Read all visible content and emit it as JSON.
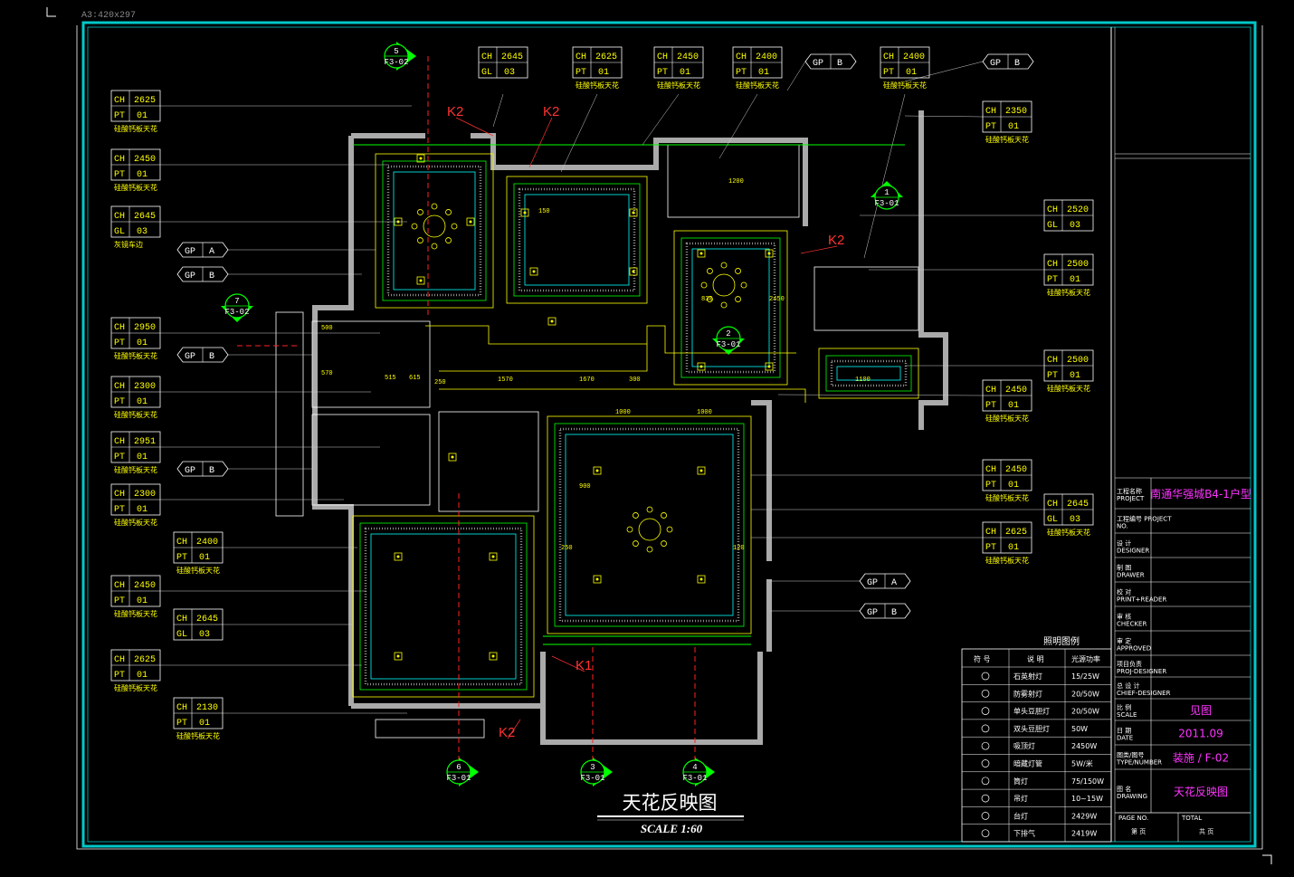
{
  "sheet_label": "A3:420x297",
  "drawing": {
    "title": "天花反映图",
    "scale": "SCALE 1:60"
  },
  "ceiling_tags_left": [
    {
      "r1": [
        "CH",
        "2625"
      ],
      "r2": [
        "PT",
        "01"
      ],
      "note": "硅酸钙板天花"
    },
    {
      "r1": [
        "CH",
        "2450"
      ],
      "r2": [
        "PT",
        "01"
      ],
      "note": "硅酸钙板天花"
    },
    {
      "r1": [
        "CH",
        "2645"
      ],
      "r2": [
        "GL",
        "03"
      ],
      "note": "灰镜车边"
    },
    {
      "r1": [
        "CH",
        "2950"
      ],
      "r2": [
        "PT",
        "01"
      ],
      "note": "硅酸钙板天花"
    },
    {
      "r1": [
        "CH",
        "2300"
      ],
      "r2": [
        "PT",
        "01"
      ],
      "note": "硅酸钙板天花"
    },
    {
      "r1": [
        "CH",
        "2951"
      ],
      "r2": [
        "PT",
        "01"
      ],
      "note": "硅酸钙板天花"
    },
    {
      "r1": [
        "CH",
        "2300"
      ],
      "r2": [
        "PT",
        "01"
      ],
      "note": "硅酸钙板天花"
    },
    {
      "r1": [
        "CH",
        "2450"
      ],
      "r2": [
        "PT",
        "01"
      ],
      "note": "硅酸钙板天花"
    },
    {
      "r1": [
        "CH",
        "2625"
      ],
      "r2": [
        "PT",
        "01"
      ],
      "note": "硅酸钙板天花"
    }
  ],
  "ceiling_tags_left2": [
    {
      "r1": [
        "CH",
        "2400"
      ],
      "r2": [
        "PT",
        "01"
      ],
      "note": "硅酸钙板天花"
    },
    {
      "r1": [
        "CH",
        "2645"
      ],
      "r2": [
        "GL",
        "03"
      ],
      "note": ""
    },
    {
      "r1": [
        "CH",
        "2130"
      ],
      "r2": [
        "PT",
        "01"
      ],
      "note": "硅酸钙板天花"
    }
  ],
  "ceiling_tags_top": [
    {
      "r1": [
        "CH",
        "2645"
      ],
      "r2": [
        "GL",
        "03"
      ],
      "note": ""
    },
    {
      "r1": [
        "CH",
        "2625"
      ],
      "r2": [
        "PT",
        "01"
      ],
      "note": "硅酸钙板天花"
    },
    {
      "r1": [
        "CH",
        "2450"
      ],
      "r2": [
        "PT",
        "01"
      ],
      "note": "硅酸钙板天花"
    },
    {
      "r1": [
        "CH",
        "2400"
      ],
      "r2": [
        "PT",
        "01"
      ],
      "note": "硅酸钙板天花"
    },
    {
      "r1": [
        "CH",
        "2400"
      ],
      "r2": [
        "PT",
        "01"
      ],
      "note": "硅酸钙板天花"
    }
  ],
  "ceiling_tags_right": [
    {
      "r1": [
        "CH",
        "2350"
      ],
      "r2": [
        "PT",
        "01"
      ],
      "note": "硅酸钙板天花"
    },
    {
      "r1": [
        "CH",
        "2520"
      ],
      "r2": [
        "GL",
        "03"
      ],
      "note": ""
    },
    {
      "r1": [
        "CH",
        "2500"
      ],
      "r2": [
        "PT",
        "01"
      ],
      "note": "硅酸钙板天花"
    },
    {
      "r1": [
        "CH",
        "2500"
      ],
      "r2": [
        "PT",
        "01"
      ],
      "note": "硅酸钙板天花"
    },
    {
      "r1": [
        "CH",
        "2450"
      ],
      "r2": [
        "PT",
        "01"
      ],
      "note": "硅酸钙板天花"
    },
    {
      "r1": [
        "CH",
        "2450"
      ],
      "r2": [
        "PT",
        "01"
      ],
      "note": "硅酸钙板天花"
    },
    {
      "r1": [
        "CH",
        "2645"
      ],
      "r2": [
        "GL",
        "03"
      ],
      "note": "硅酸钙板天花"
    },
    {
      "r1": [
        "CH",
        "2625"
      ],
      "r2": [
        "PT",
        "01"
      ],
      "note": "硅酸钙板天花"
    }
  ],
  "gp_tags": [
    "GP",
    "A",
    "B"
  ],
  "section_markers": [
    {
      "num": "5",
      "sheet": "F3-02"
    },
    {
      "num": "7",
      "sheet": "F3-02"
    },
    {
      "num": "1",
      "sheet": "F3-01"
    },
    {
      "num": "2",
      "sheet": "F3-01"
    },
    {
      "num": "6",
      "sheet": "F3-01"
    },
    {
      "num": "3",
      "sheet": "F3-01"
    },
    {
      "num": "4",
      "sheet": "F3-01"
    }
  ],
  "k_labels": [
    "K2",
    "K2",
    "K2",
    "K1",
    "K2"
  ],
  "legend": {
    "title": "照明图例",
    "headers": [
      "符 号",
      "说 明",
      "光源功率"
    ],
    "rows": [
      {
        "desc": "石英射灯",
        "power": "15/25W"
      },
      {
        "desc": "防雾射灯",
        "power": "20/50W"
      },
      {
        "desc": "单头豆胆灯",
        "power": "20/50W"
      },
      {
        "desc": "双头豆胆灯",
        "power": "50W"
      },
      {
        "desc": "吸顶灯",
        "power": "2450W"
      },
      {
        "desc": "暗藏灯管",
        "power": "5W/米"
      },
      {
        "desc": "筒灯",
        "power": "75/150W"
      },
      {
        "desc": "吊灯",
        "power": "10~15W"
      },
      {
        "desc": "台灯",
        "power": "2429W"
      },
      {
        "desc": "下排气",
        "power": "2419W"
      }
    ]
  },
  "title_block": {
    "project_label": "工程名称 PROJECT",
    "project_value": "南通华强城B4-1户型",
    "project_no_label": "工程编号 PROJECT NO.",
    "design_label": "设 计 DESIGNER",
    "draw_label": "制 图 DRAWER",
    "check_label": "校 对 PRINT+READER",
    "review_label": "审 核 CHECKER",
    "approve_label": "审 定 APPROVED",
    "pm_label": "项目负责 PROJ-DESIGNER",
    "chief_label": "总 设 计 CHIEF-DESIGNER",
    "scale_label": "比 例 SCALE",
    "scale_value": "见图",
    "date_label": "日 期 DATE",
    "date_value": "2011.09",
    "type_label": "图类/图号 TYPE/NUMBER",
    "type_value": "装施 / F-02",
    "name_label": "图 名 DRAWING",
    "name_value": "天花反映图",
    "page_label": "PAGE NO.",
    "page_unit": "第 页",
    "total_label": "TOTAL",
    "total_unit": "共 页"
  },
  "dims": [
    "1000",
    "1000",
    "1570",
    "1670",
    "300",
    "1100",
    "500",
    "570",
    "515",
    "615",
    "900",
    "250",
    "120",
    "150",
    "1200",
    "830",
    "2450",
    "250"
  ],
  "colors": {
    "frame": "#00c8c8",
    "tag": "#ffff00",
    "section": "#00ff00",
    "k_label": "#ff3333",
    "title_value": "#ff33ff",
    "wall": "#aaaaaa"
  }
}
